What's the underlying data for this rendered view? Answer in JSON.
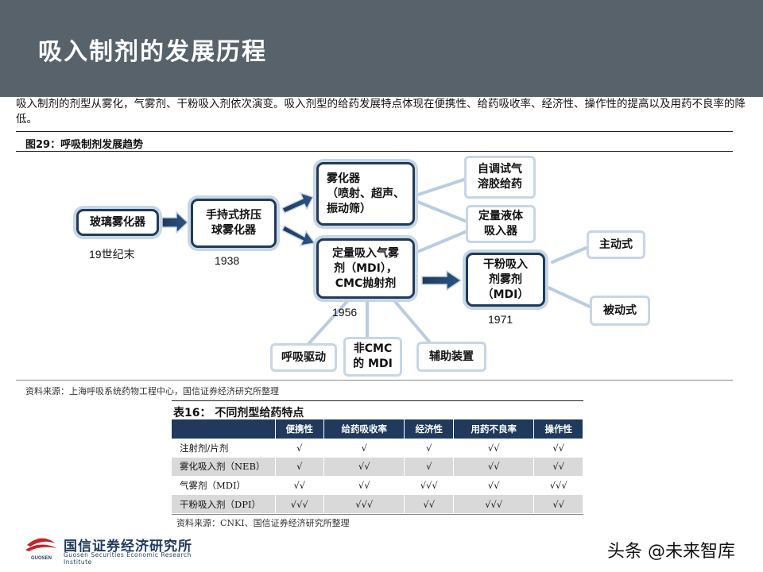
{
  "page": {
    "title": "吸入制剂的发展历程"
  },
  "intro": "吸入制剂的剂型从雾化，气雾剂、干粉吸入剂依次演变。吸入剂型的给药发展特点体现在便携性、给药吸收率、经济性、操作性的提高以及用药不良率的降低。",
  "figure": {
    "title": "图29：呼吸制剂发展趋势",
    "nodes": {
      "glass_nebulizer": "玻璃雾化器",
      "handheld": "手持式挤压\n球雾化器",
      "nebulizer": "雾化器\n（喷射、超声、\n振动筛）",
      "self_aerosol": "自调试气\n溶胶给药",
      "metered_liquid": "定量液体\n吸入器",
      "mdi": "定量吸入气雾\n剂（MDI），\nCMC抛射剂",
      "dpi": "干粉吸入\n剂雾剂\n（MDI）",
      "active": "主动式",
      "passive": "被动式",
      "breath_driven": "呼吸驱动",
      "non_cmc": "非CMC\n的 MDI",
      "auxiliary": "辅助装置"
    },
    "years": {
      "glass_nebulizer": "19世纪末",
      "handheld": "1938",
      "mdi": "1956",
      "dpi": "1971"
    },
    "source": "资料来源：上海呼吸系统药物工程中心，国信证券经济研究所整理"
  },
  "table": {
    "title": "表16：  不同剂型给药特点",
    "headers": [
      "",
      "便携性",
      "给药吸收率",
      "经济性",
      "用药不良率",
      "操作性"
    ],
    "rows": [
      [
        "注射剂/片剂",
        "√",
        "√",
        "√",
        "√√",
        "√√"
      ],
      [
        "雾化吸入剂（NEB）",
        "√",
        "√√",
        "√",
        "√√",
        "√√"
      ],
      [
        "气雾剂（MDI）",
        "√√",
        "√√",
        "√√√",
        "√√",
        "√√√"
      ],
      [
        "干粉吸入剂（DPI）",
        "√√√",
        "√√√",
        "√√",
        "√√√",
        "√√"
      ]
    ],
    "source": "资料来源：CNKI、国信证券经济研究所整理"
  },
  "footer": {
    "logo_name": "国信证券经济研究所",
    "logo_en": "Guosen Securities Economic Research Institute",
    "logo_mark_text": "GUOSEN",
    "watermark": "头条 @未来智库"
  },
  "colors": {
    "header_bg": "#57626a",
    "navy": "#1f3a5c",
    "light_blue": "#c7d6e5"
  }
}
